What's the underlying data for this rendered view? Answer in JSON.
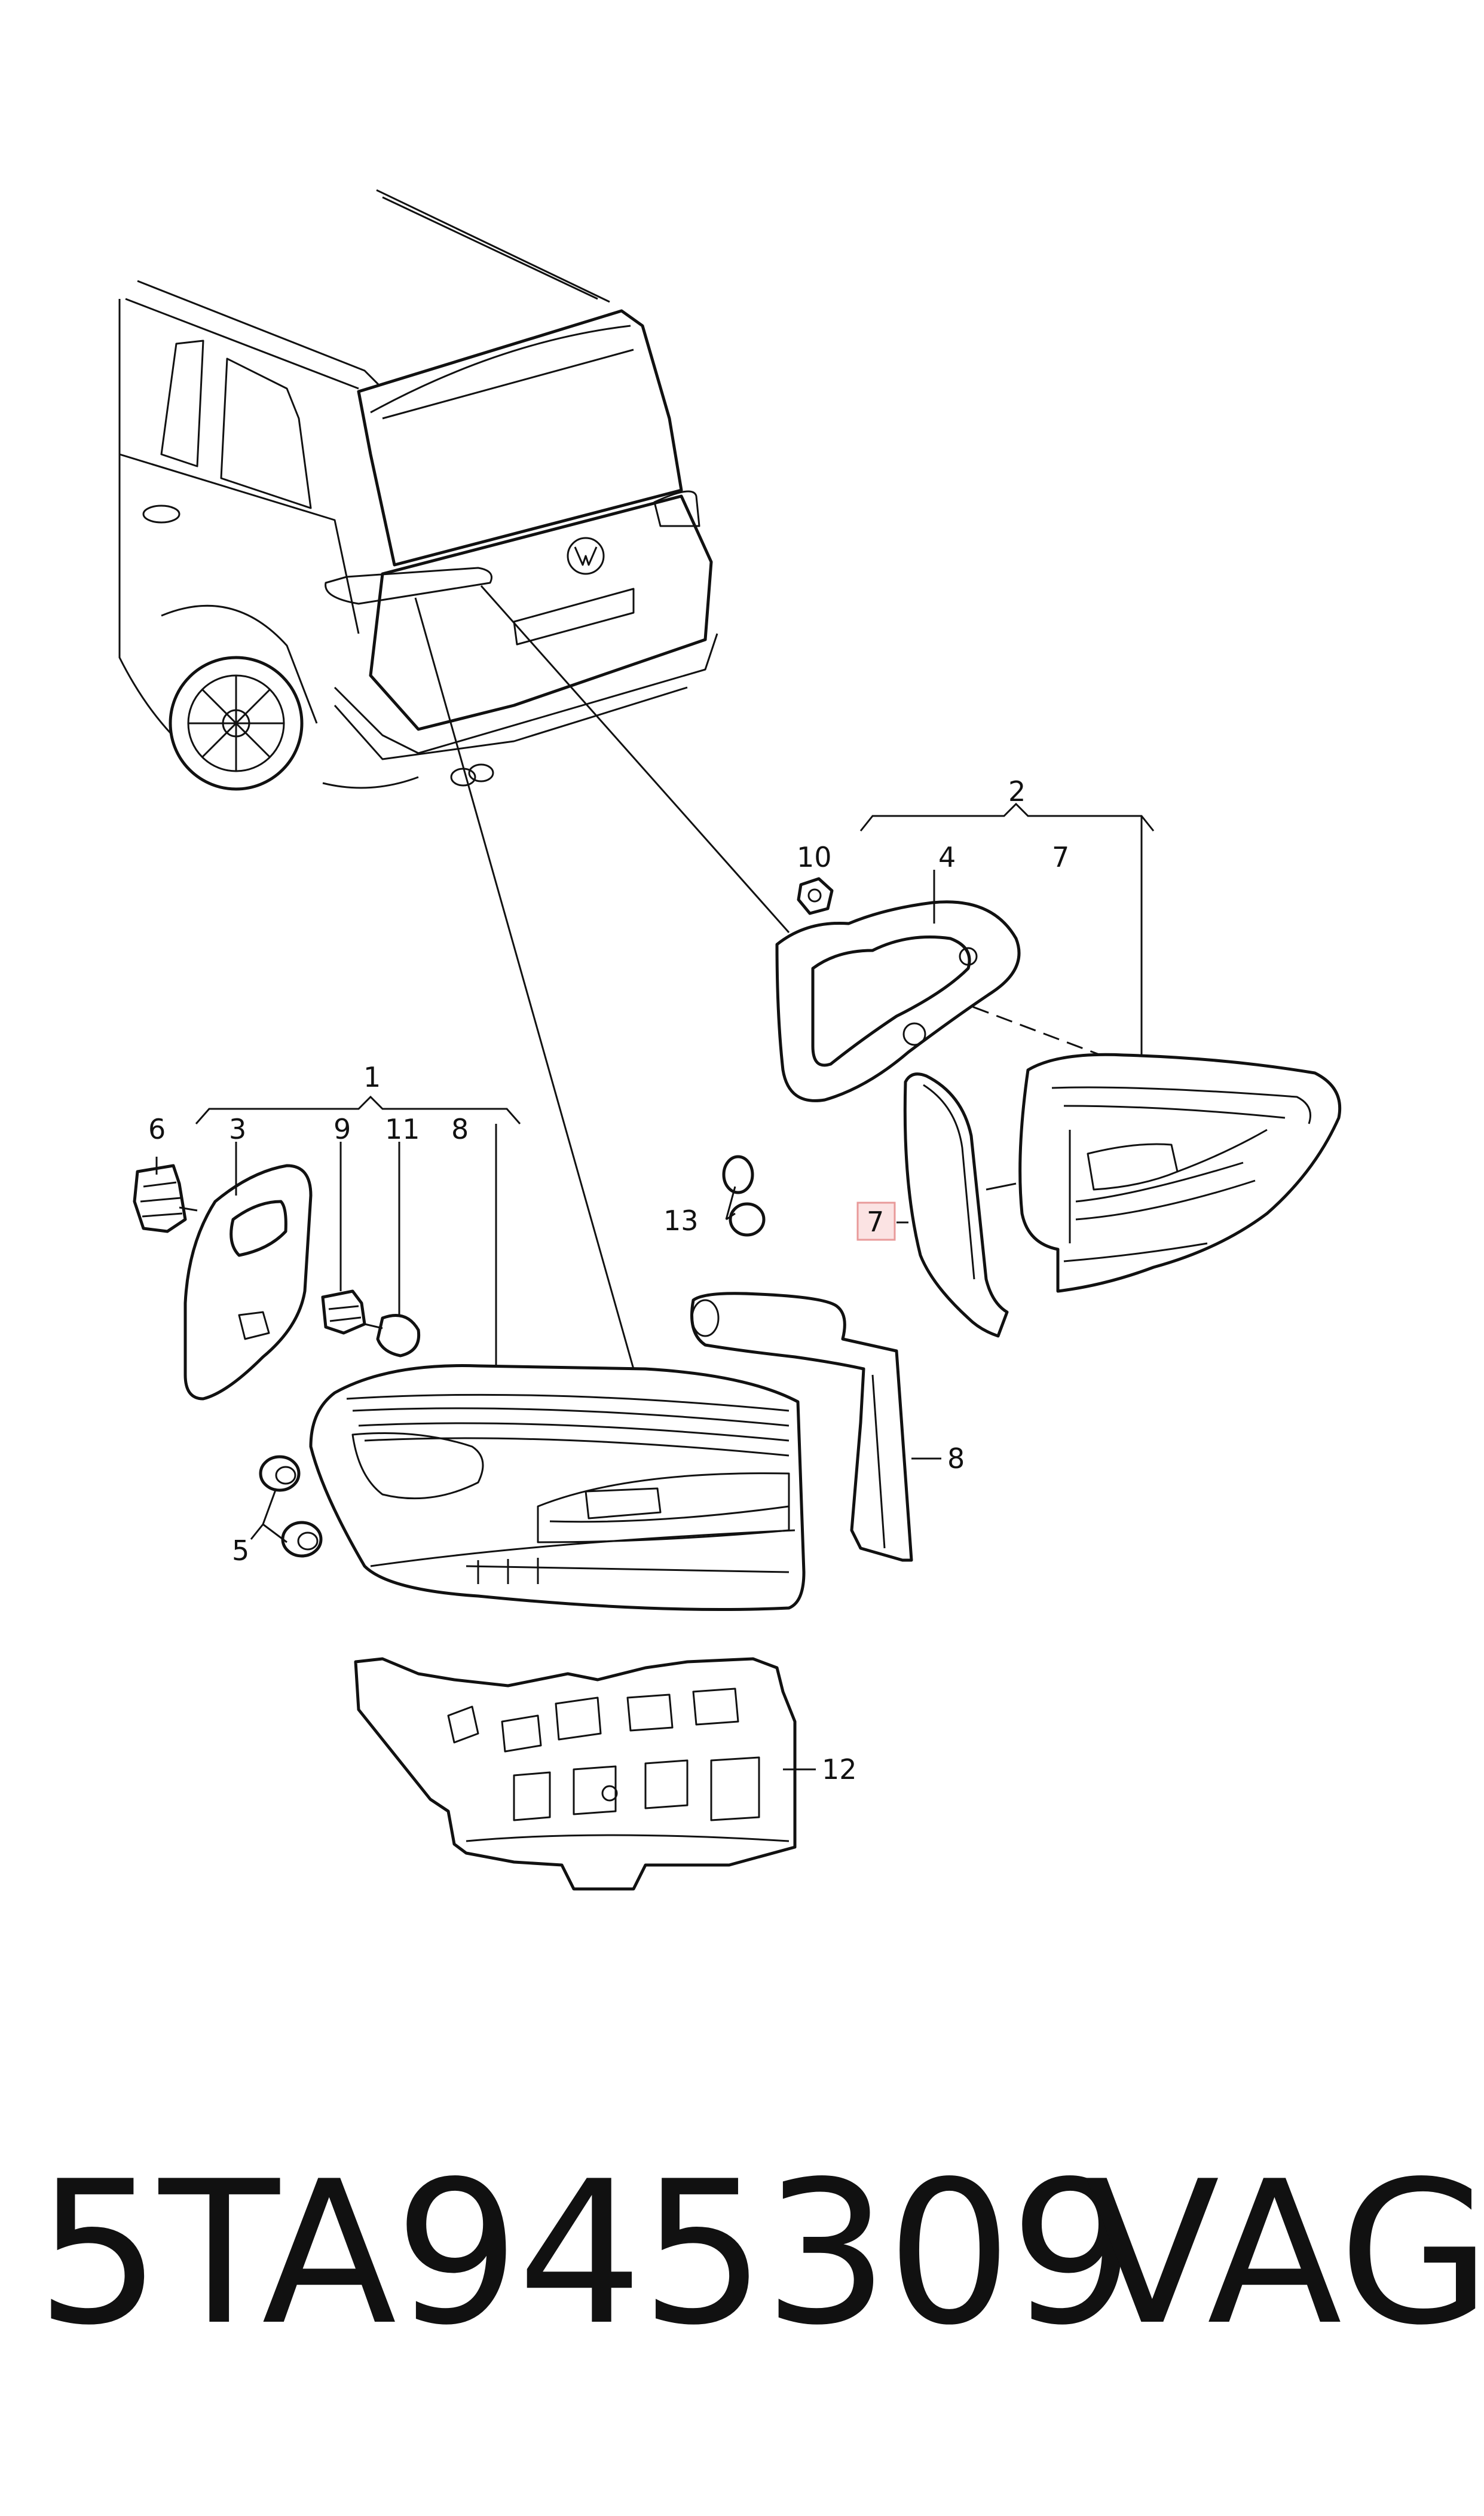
{
  "callouts": {
    "c1": "1",
    "c2": "2",
    "c3": "3",
    "c4": "4",
    "c5": "5",
    "c6": "6",
    "c7a": "7",
    "c7b": "7",
    "c8a": "8",
    "c8b": "8",
    "c9": "9",
    "c10": "10",
    "c11": "11",
    "c12": "12",
    "c13": "13"
  },
  "highlight_color": "#e89a9a",
  "footer": {
    "part_number": "5TA945309",
    "brand": "VAG"
  }
}
